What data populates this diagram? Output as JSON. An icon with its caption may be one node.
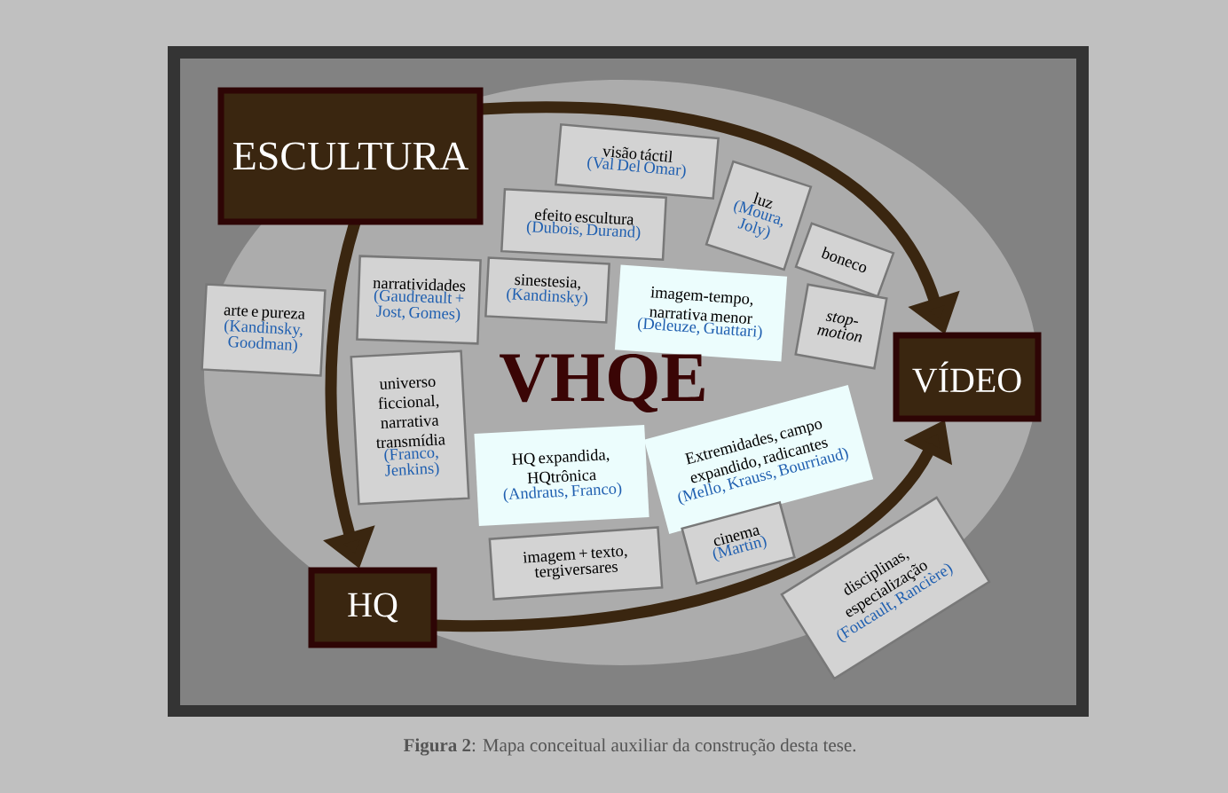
{
  "diagram": {
    "caption": "**Figura 2**: Mapa conceitual auxiliar da construção desta tese.",
    "nodes": [
      {
        "text": [
          "ESCULTURA"
        ]
      },
      {
        "text": [
          "visão táctil",
          "(Val Del Omar)"
        ]
      },
      {
        "text": [
          "efeito escultura",
          "(Dubois, Durand)"
        ]
      },
      {
        "text": [
          "luz",
          "(Moura, Joly)"
        ]
      },
      {
        "text": [
          "boneco"
        ]
      },
      {
        "text": [
          "narratividades",
          "(Gaudreault + Jost, Gomes)"
        ]
      },
      {
        "text": [
          "sinestesia,",
          "(Kandinsky)"
        ]
      },
      {
        "text": [
          "imagem-tempo, narrativa menor",
          "(Deleuze, Guattari)"
        ]
      },
      {
        "text": [
          "arte e pureza",
          "(Kandinsky, Goodman)"
        ]
      },
      {
        "text": [
          "stop-motion"
        ]
      },
      {
        "text": [
          "VÍDEO"
        ]
      },
      {
        "text": [
          "universo ficcional, narrativa transmídia",
          "(Franco, Jenkins)"
        ]
      },
      {
        "text": [
          "HQ expandida, HQtrônica",
          "(Andraus, Franco)"
        ]
      },
      {
        "text": [
          "Extremidades, campo expandido, radicantes",
          "(Mello, Krauss, Bourriaud)"
        ]
      },
      {
        "text": [
          "imagem + texto, tergiversares"
        ]
      },
      {
        "text": [
          "cinema",
          "(Martin)"
        ]
      },
      {
        "text": [
          "HQ"
        ]
      },
      {
        "text": [
          "disciplinas, especialização",
          "(Foucault, Rancière)"
        ]
      }
    ],
    "edges": [
      {
        "from": 0,
        "to": 10,
        "arrow": "to"
      },
      {
        "from": 0,
        "to": 16,
        "arrow": "to"
      },
      {
        "from": 16,
        "to": 10,
        "arrow": "to"
      }
    ],
    "labels": [
      "VHQE"
    ]
  }
}
